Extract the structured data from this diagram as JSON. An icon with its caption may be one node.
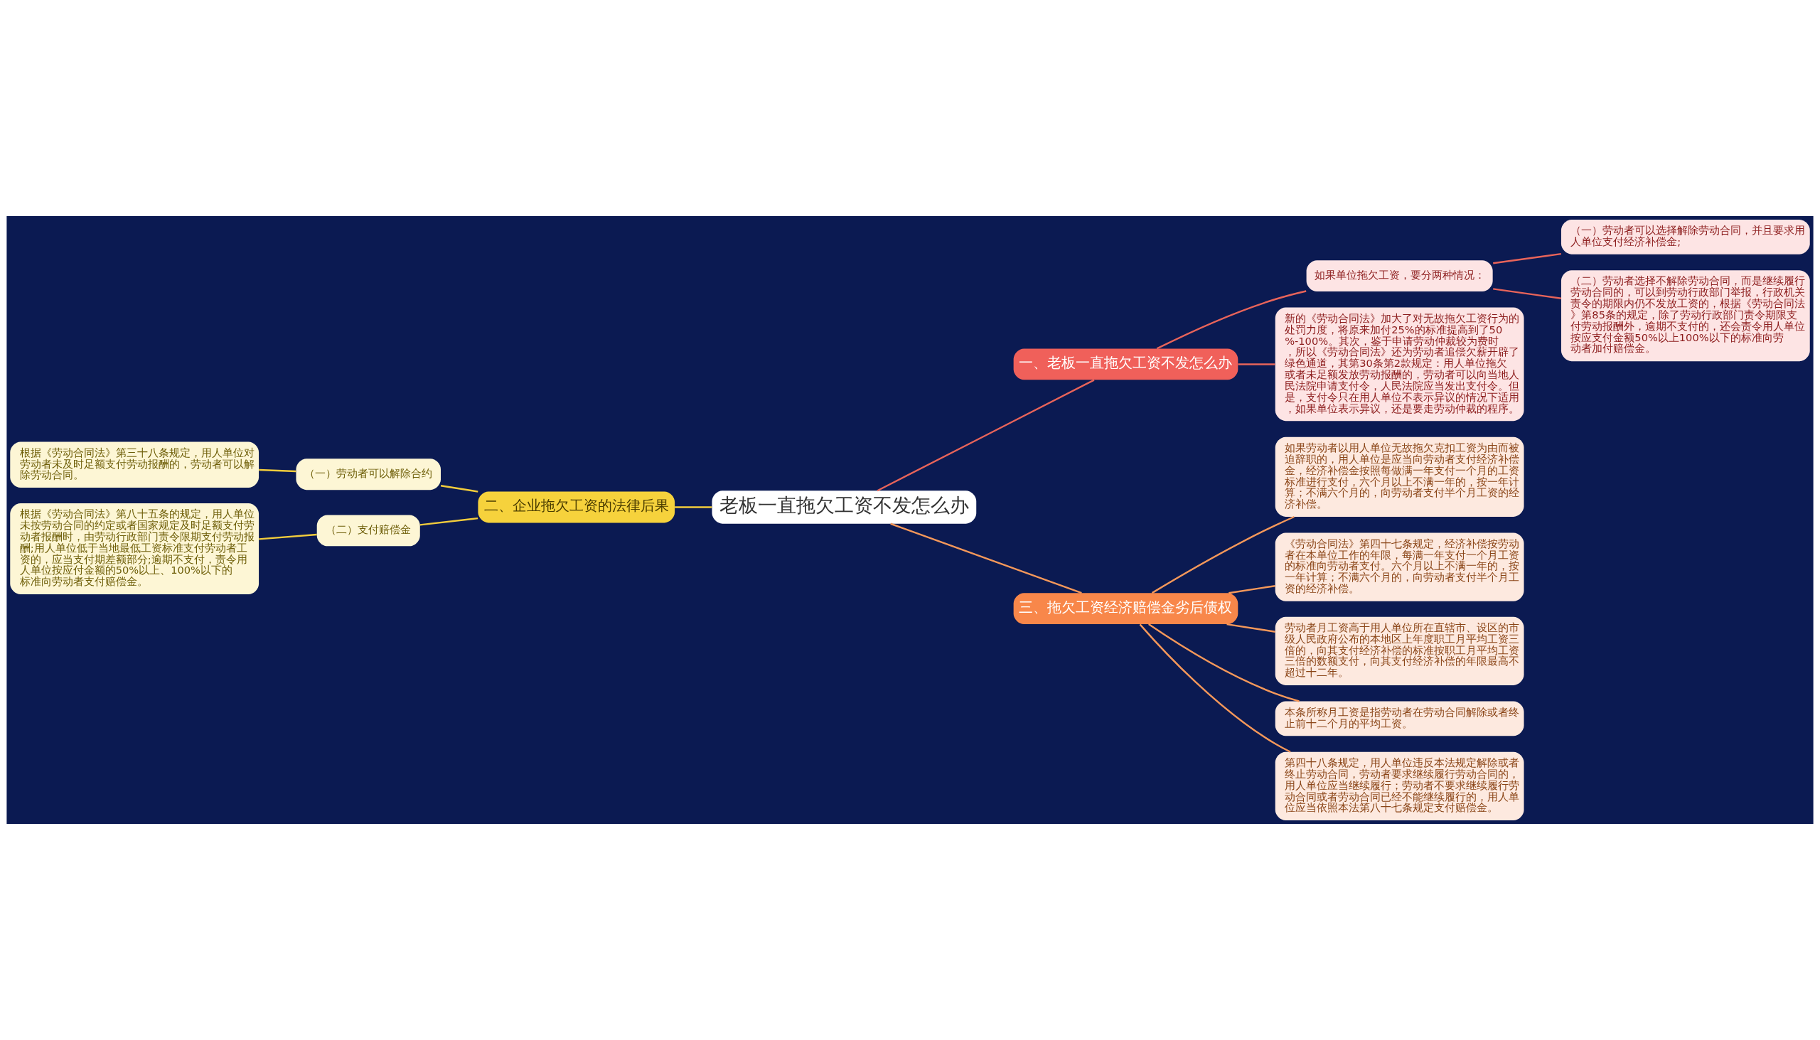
{
  "diagram": {
    "nodes": [
      {
        "text": [
          "老板一直拖欠工资不发怎么办"
        ]
      },
      {
        "text": [
          "一、老板一直拖欠工资不发怎么办"
        ]
      },
      {
        "text": [
          "如果单位拖欠工资，要分两种情况："
        ]
      },
      {
        "text": [
          "（一）劳动者可以选择解除劳动合同，并且要求用人单位支付经济补偿金;"
        ]
      },
      {
        "text": [
          "（二）劳动者选择不解除劳动合同，而是继续履行劳动合同的，可以到劳动行政部门举报，行政机关责令的期限内仍不发放工资的，根据《劳动合同法》第85条的规定，除了劳动行政部门责令期限支付劳动报酬外，逾期不支付的，还会责令用人单位按应支付金额50%以上100%以下的标准向劳动者加付赔偿金。"
        ]
      },
      {
        "text": [
          "新的《劳动合同法》加大了对无故拖欠工资行为的处罚力度，将原来加付25%的标准提高到了50%-100%。其次，鉴于申请劳动仲裁较为费时，所以《劳动合同法》还为劳动者追偿欠薪开辟了绿色通道，其第30条第2款规定：用人单位拖欠或者未足额发放劳动报酬的，劳动者可以向当地人民法院申请支付令，人民法院应当发出支付令。但是，支付令只在用人单位不表示异议的情况下适用，如果单位表示异议，还是要走劳动仲裁的程序。"
        ]
      },
      {
        "text": [
          "二、企业拖欠工资的法律后果"
        ]
      },
      {
        "text": [
          "（一）劳动者可以解除合约"
        ]
      },
      {
        "text": [
          "根据《劳动合同法》第三十八条规定，用人单位对劳动者未及时足额支付劳动报酬的，劳动者可以解除劳动合同。"
        ]
      },
      {
        "text": [
          "（二）支付赔偿金"
        ]
      },
      {
        "text": [
          "根据《劳动合同法》第八十五条的规定，用人单位未按劳动合同的约定或者国家规定及时足额支付劳动者报酬时，由劳动行政部门责令限期支付劳动报酬;用人单位低于当地最低工资标准支付劳动者工资的，应当支付期差额部分;逾期不支付，责令用人单位按应付金额的50%以上、100%以下的标准向劳动者支付赔偿金。"
        ]
      },
      {
        "text": [
          "三、拖欠工资经济赔偿金劣后债权"
        ]
      },
      {
        "text": [
          "如果劳动者以用人单位无故拖欠克扣工资为由而被迫辞职的，用人单位是应当向劳动者支付经济补偿金，经济补偿金按照每做满一年支付一个月的工资标准进行支付，六个月以上不满一年的，按一年计算；不满六个月的，向劳动者支付半个月工资的经济补偿。"
        ]
      },
      {
        "text": [
          "《劳动合同法》第四十七条规定，经济补偿按劳动者在本单位工作的年限，每满一年支付一个月工资的标准向劳动者支付。六个月以上不满一年的，按一年计算；不满六个月的，向劳动者支付半个月工资的经济补偿。"
        ]
      },
      {
        "text": [
          "劳动者月工资高于用人单位所在直辖市、设区的市级人民政府公布的本地区上年度职工月平均工资三倍的，向其支付经济补偿的标准按职工月平均工资三倍的数额支付，向其支付经济补偿的年限最高不超过十二年。"
        ]
      },
      {
        "text": [
          "本条所称月工资是指劳动者在劳动合同解除或者终止前十二个月的平均工资。"
        ]
      },
      {
        "text": [
          "第四十八条规定，用人单位违反本法规定解除或者终止劳动合同，劳动者要求继续履行劳动合同的，用人单位应当继续履行；劳动者不要求继续履行劳动合同或者劳动合同已经不能继续履行的，用人单位应当依照本法第八十七条规定支付赔偿金。"
        ]
      }
    ],
    "edges": [
      {
        "from": 0,
        "to": 1,
        "arrow": "none",
        "color": "#e8645a"
      },
      {
        "from": 1,
        "to": 2,
        "arrow": "none",
        "color": "#e8645a"
      },
      {
        "from": 2,
        "to": 3,
        "arrow": "none",
        "color": "#e8645a"
      },
      {
        "from": 2,
        "to": 4,
        "arrow": "none",
        "color": "#e8645a"
      },
      {
        "from": 1,
        "to": 5,
        "arrow": "none",
        "color": "#e8645a"
      },
      {
        "from": 0,
        "to": 6,
        "arrow": "none",
        "color": "#f2cc3c"
      },
      {
        "from": 6,
        "to": 7,
        "arrow": "none",
        "color": "#f2cc3c"
      },
      {
        "from": 7,
        "to": 8,
        "arrow": "none",
        "color": "#f2cc3c"
      },
      {
        "from": 6,
        "to": 9,
        "arrow": "none",
        "color": "#f2cc3c"
      },
      {
        "from": 9,
        "to": 10,
        "arrow": "none",
        "color": "#f2cc3c"
      },
      {
        "from": 0,
        "to": 11,
        "arrow": "none",
        "color": "#f5985a"
      },
      {
        "from": 11,
        "to": 12,
        "arrow": "none",
        "color": "#f5985a"
      },
      {
        "from": 11,
        "to": 13,
        "arrow": "none",
        "color": "#f5985a"
      },
      {
        "from": 11,
        "to": 14,
        "arrow": "none",
        "color": "#f5985a"
      },
      {
        "from": 11,
        "to": 15,
        "arrow": "none",
        "color": "#f5985a"
      },
      {
        "from": 11,
        "to": 16,
        "arrow": "none",
        "color": "#f5985a"
      }
    ]
  }
}
